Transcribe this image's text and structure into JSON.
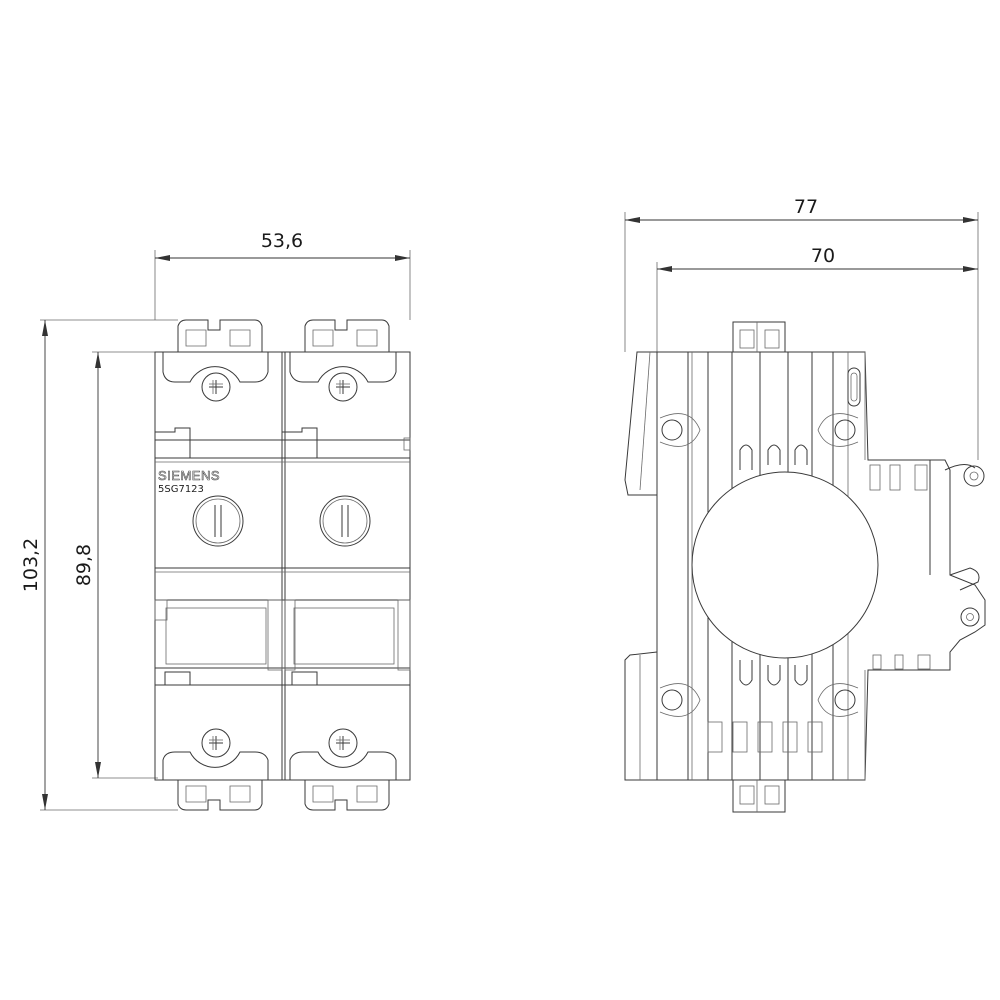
{
  "front_view": {
    "dim_width": "53,6",
    "dim_height_total": "103,2",
    "dim_height_inner": "89,8",
    "brand": "SIEMENS",
    "model": "5SG7123"
  },
  "side_view": {
    "dim_depth_total": "77",
    "dim_depth_inner": "70"
  }
}
